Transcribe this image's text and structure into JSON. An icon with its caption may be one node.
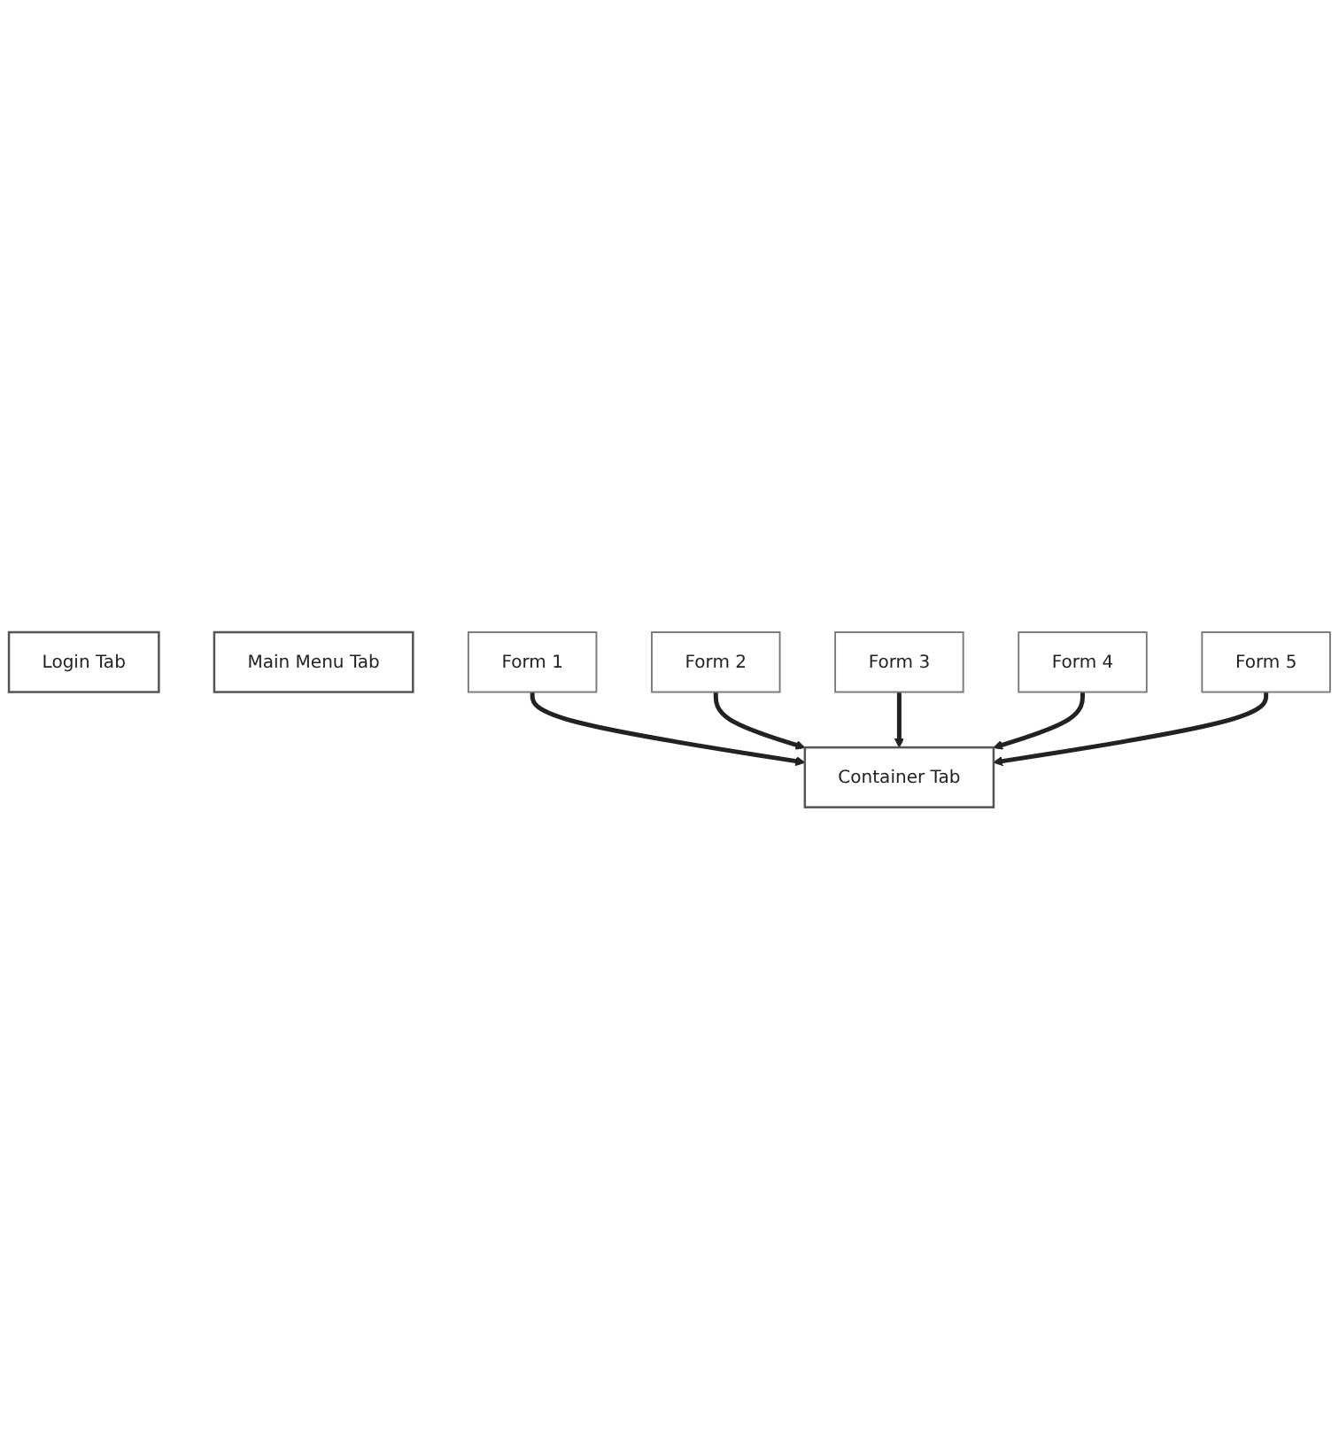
{
  "diagram": {
    "nodes": [
      {
        "text": [
          "Login Tab"
        ]
      },
      {
        "text": [
          "Main Menu Tab"
        ]
      },
      {
        "text": [
          "Container Tab"
        ]
      },
      {
        "text": [
          "Form 1"
        ]
      },
      {
        "text": [
          "Form 2"
        ]
      },
      {
        "text": [
          "Form 3"
        ]
      },
      {
        "text": [
          "Form 4"
        ]
      },
      {
        "text": [
          "Form 5"
        ]
      }
    ],
    "edges": [
      {
        "from": 3,
        "to": 2,
        "arrow": "to"
      },
      {
        "from": 4,
        "to": 2,
        "arrow": "to"
      },
      {
        "from": 5,
        "to": 2,
        "arrow": "to"
      },
      {
        "from": 6,
        "to": 2,
        "arrow": "to"
      },
      {
        "from": 7,
        "to": 2,
        "arrow": "to"
      }
    ]
  }
}
